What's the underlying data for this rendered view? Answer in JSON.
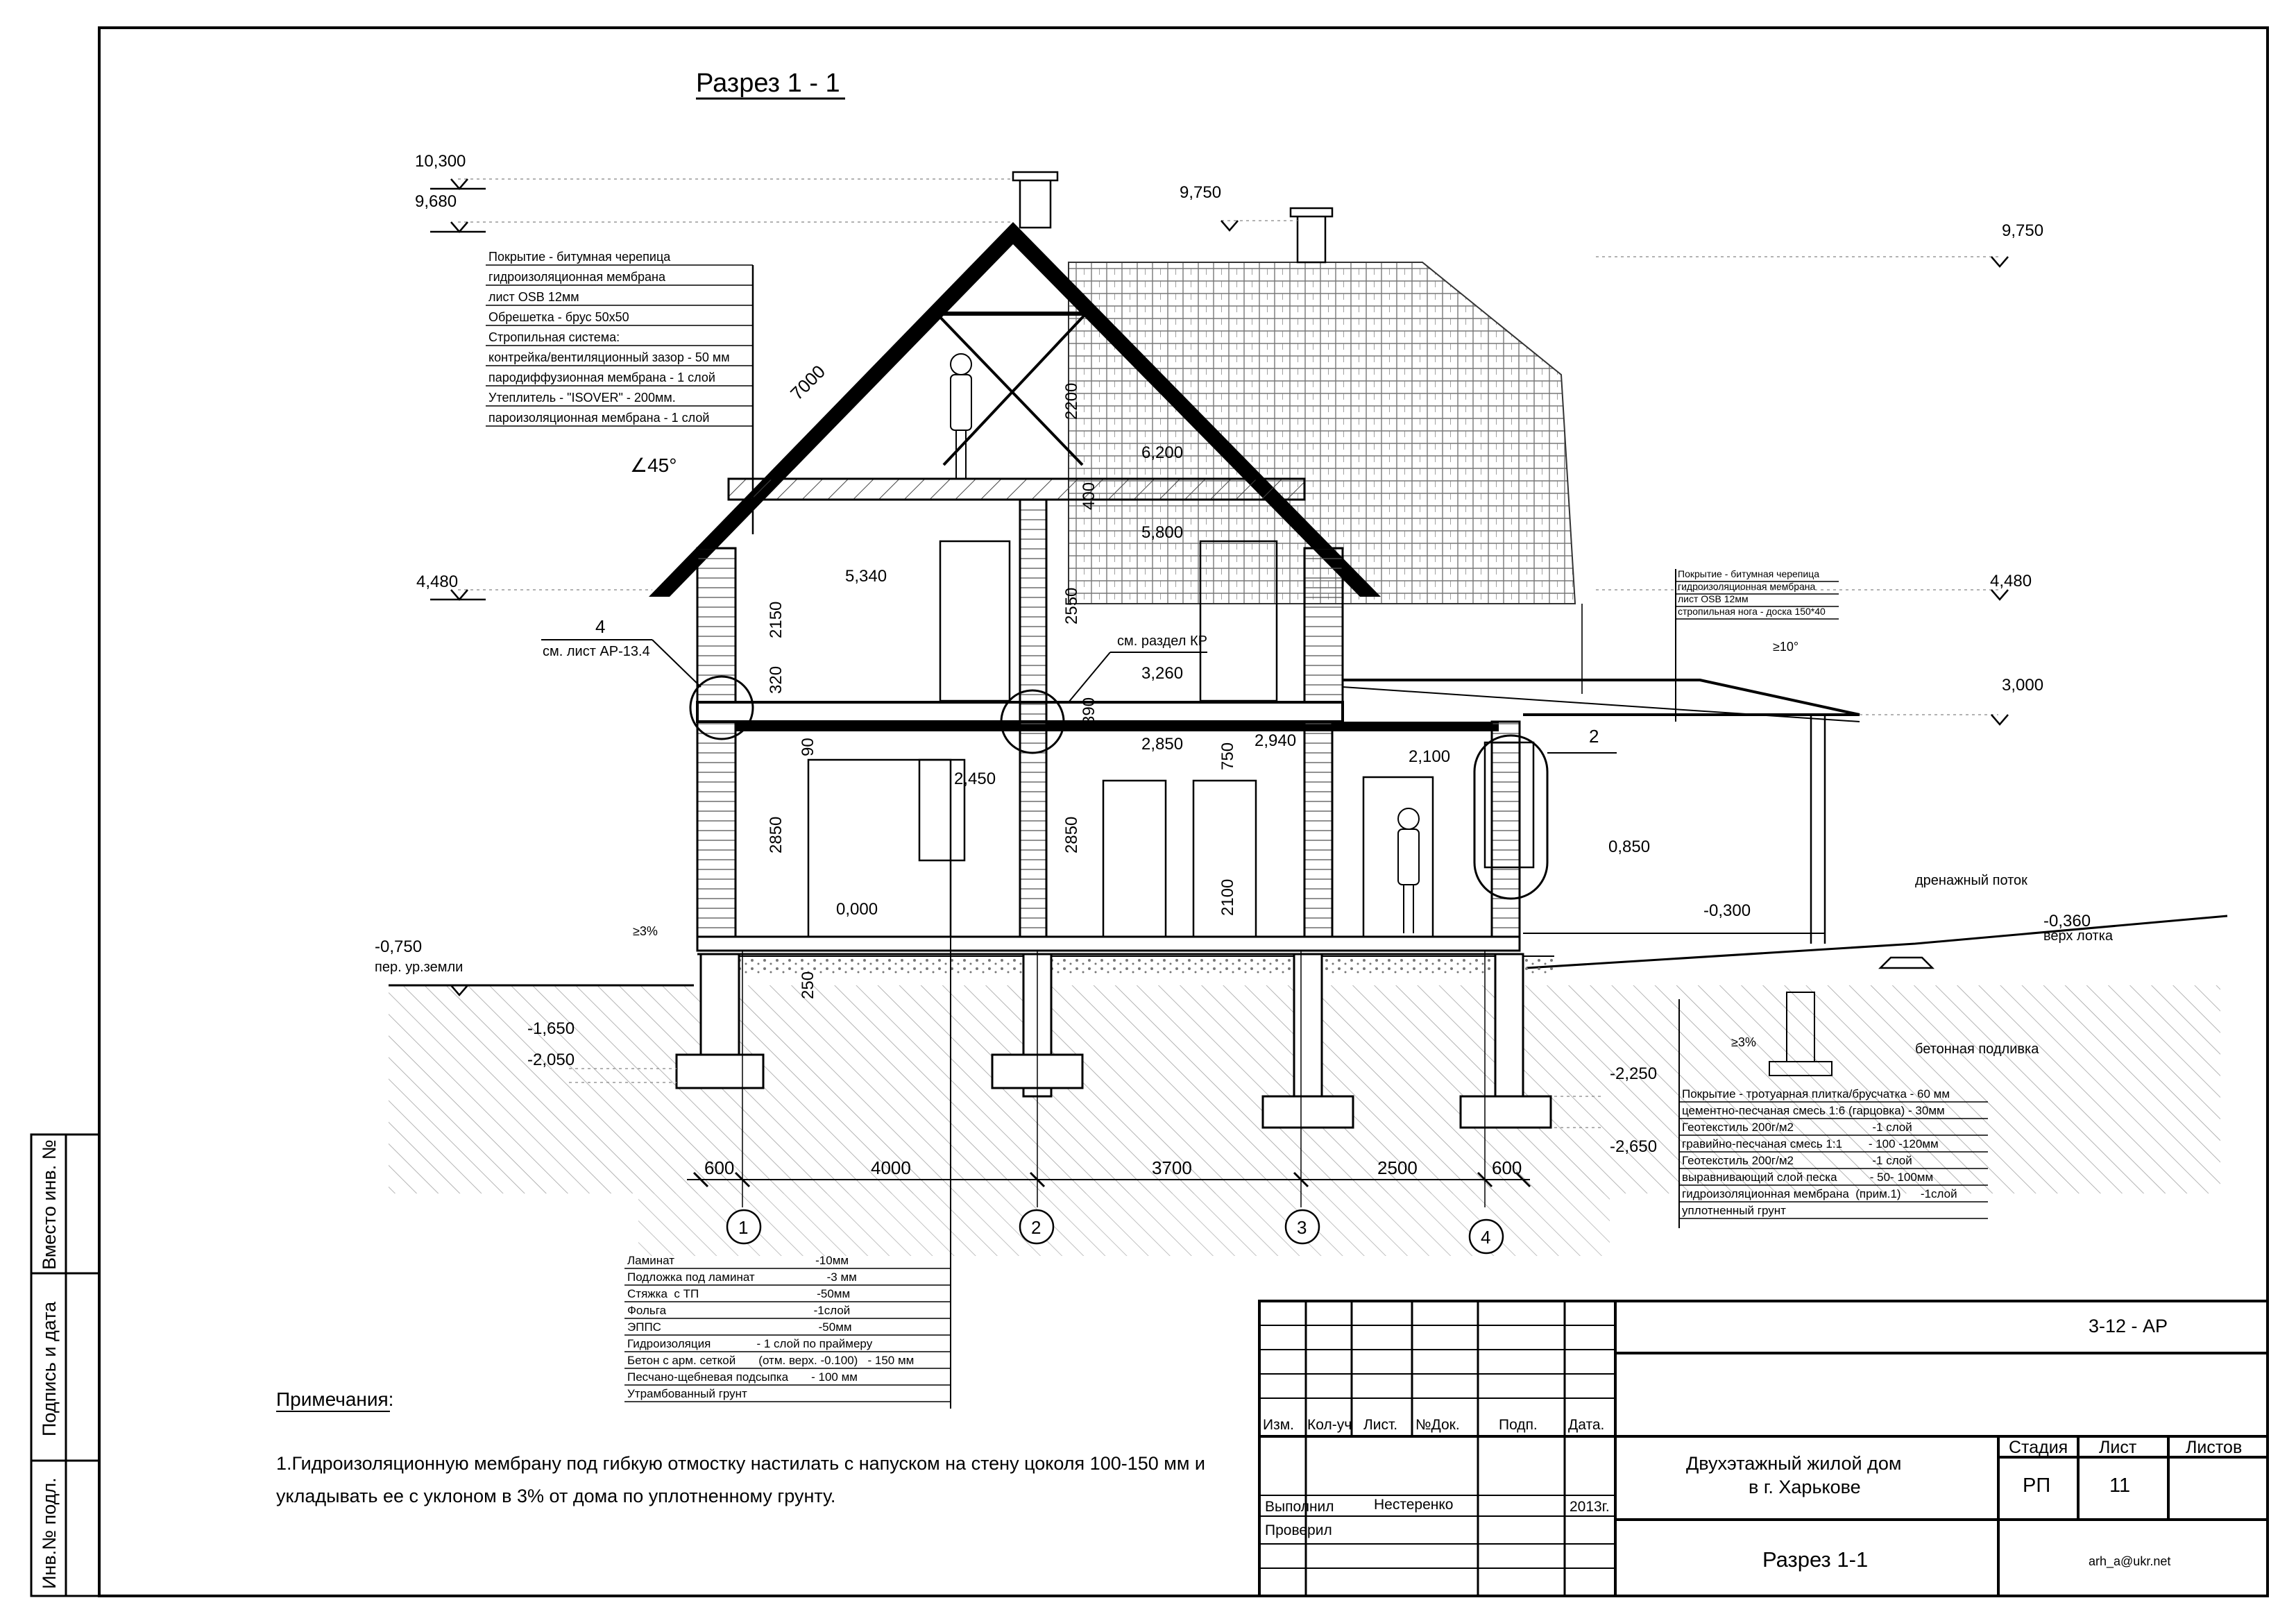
{
  "title": "Разрез 1 - 1",
  "levels_left": [
    "10,300",
    "9,680",
    "4,480",
    "-0,750",
    "-1,650",
    "-2,050"
  ],
  "ground_label": "пер. ур.земли",
  "levels_mid": [
    "9,750",
    "6,200",
    "5,800",
    "5,340",
    "3,260",
    "2,850",
    "2,940",
    "2,450",
    "2,100",
    "0,850",
    "0,000",
    "-0,300"
  ],
  "levels_right": [
    "9,750",
    "4,480",
    "3,000",
    "-0,360",
    "-2,250",
    "-2,650"
  ],
  "right_notes": [
    "дренажный поток",
    "верх лотка",
    "бетонная подливка"
  ],
  "roof_spec": [
    "Покрытие - битумная черепица",
    "гидроизоляционная мембрана",
    "лист OSB 12мм",
    "Обрешетка - брус 50х50",
    "Стропильная система:",
    "контрейка/вентиляционный зазор - 50 мм",
    "пародиффузионная мембрана - 1 слой",
    "Утеплитель - \"ISOVER\" - 200мм.",
    "пароизоляционная мембрана - 1 слой"
  ],
  "porch_roof_spec": [
    "Покрытие - битумная черепица",
    "гидроизоляционная мембрана",
    "лист OSB 12мм",
    "стропильная нога - доска 150*40"
  ],
  "paving_spec": [
    "Покрытие - тротуарная плитка/брусчатка - 60 мм",
    "цементно-песчаная смесь 1:6 (гарцовка) - 30мм",
    "Геотекстиль 200г/м2                        -1 слой",
    "гравийно-песчаная смесь 1:1        - 100 -120мм",
    "Геотекстиль 200г/м2                        -1 слой",
    "выравнивающий слой песка          - 50- 100мм",
    "гидроизоляционная мембрана  (прим.1)      -1слой",
    "уплотненный грунт"
  ],
  "floor_spec": [
    "Ламинат                                           -10мм",
    "Подложка под ламинат                      -3 мм",
    "Стяжка  с ТП                                    -50мм",
    "Фольга                                             -1слой",
    "ЭППС                                                -50мм",
    "Гидроизоляция              - 1 слой по праймеру",
    "Бетон с арм. сеткой       (отм. верх. -0.100)   - 150 мм",
    "Песчано-щебневая подсыпка       - 100 мм",
    "Утрамбованный грунт"
  ],
  "dims_vertical": [
    "7000",
    "2200",
    "400",
    "2150",
    "320",
    "2550",
    "390",
    "90",
    "750",
    "2850",
    "2850",
    "2100",
    "250"
  ],
  "angle_45": "∠45°",
  "slope_10": "≥10°",
  "slope_3a": "≥3%",
  "slope_3b": "≥3%",
  "dims_bottom": [
    "600",
    "4000",
    "3700",
    "2500",
    "600"
  ],
  "axes": [
    "1",
    "2",
    "3",
    "4"
  ],
  "callout_4": "4",
  "callout_4_ref": "см. лист АР-13.4",
  "callout_2": "2",
  "see_kr": "см. раздел КР",
  "notes_title": "Примечания:",
  "notes_text_1": "1.Гидроизоляционную мембрану под гибкую отмостку настилать с напуском на стену цоколя 100-150 мм и",
  "notes_text_2": "укладывать ее с уклоном в 3% от дома по уплотненному грунту.",
  "side_stamp": [
    "Инв.№ подл.",
    "Подпись и дата",
    "Вместо инв. №"
  ],
  "title_block": {
    "code": "3-12 - АР",
    "cols": [
      "Изм.",
      "Кол-уч",
      "Лист.",
      "№Док.",
      "Подп.",
      "Дата."
    ],
    "performed_label": "Выполнил",
    "performed_name": "Нестеренко",
    "performed_year": "2013г.",
    "checked_label": "Проверил",
    "project": "Двухэтажный жилой дом",
    "project_city": "в г. Харькове",
    "sheet_title": "Разрез 1-1",
    "stage_label": "Стадия",
    "stage": "РП",
    "sheet_label": "Лист",
    "sheet": "11",
    "sheets_label": "Листов",
    "email": "arh_a@ukr.net"
  }
}
